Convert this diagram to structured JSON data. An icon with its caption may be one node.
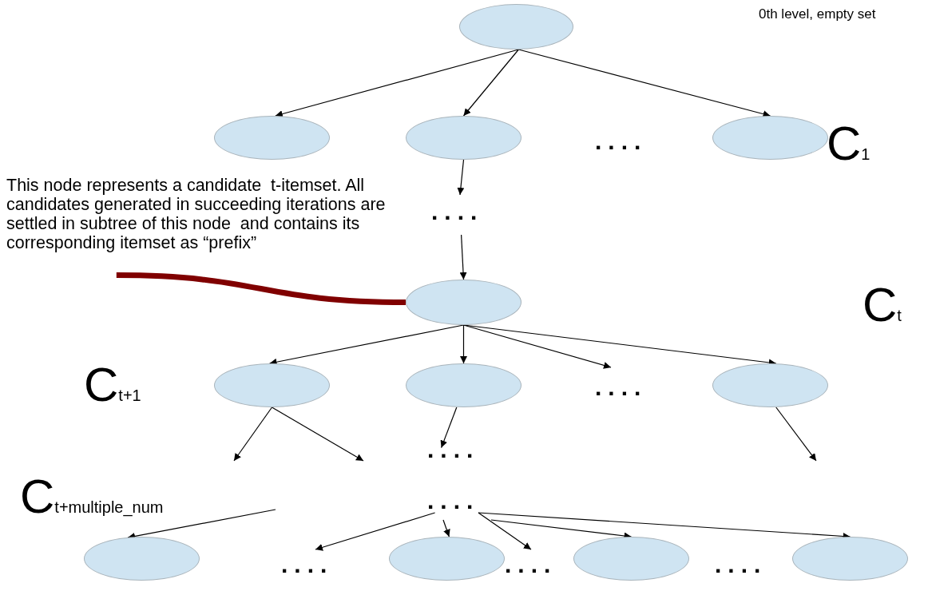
{
  "diagram": {
    "nodes": [
      {
        "text": [],
        "shape": "ellipse"
      },
      {
        "text": [],
        "shape": "ellipse"
      },
      {
        "text": [],
        "shape": "ellipse"
      },
      {
        "text": [],
        "shape": "ellipse"
      },
      {
        "text": [
          "...."
        ]
      },
      {
        "text": [],
        "shape": "ellipse"
      },
      {
        "text": [],
        "shape": "ellipse"
      },
      {
        "text": [],
        "shape": "ellipse"
      },
      {
        "text": [],
        "shape": "ellipse"
      },
      {
        "text": [
          "...."
        ]
      },
      {
        "text": [
          "...."
        ]
      },
      {
        "text": [],
        "shape": "ellipse"
      },
      {
        "text": [],
        "shape": "ellipse"
      },
      {
        "text": [],
        "shape": "ellipse"
      },
      {
        "text": [],
        "shape": "ellipse"
      },
      {
        "text": [
          "This node represents a candidate  t-itemset. All candidates generated in succeeding iterations are settled in subtree of this node  and contains its corresponding itemset as “prefix”"
        ]
      }
    ],
    "edges": [
      {
        "from": 0,
        "to": 1,
        "arrow": "to"
      },
      {
        "from": 0,
        "to": 2,
        "arrow": "to"
      },
      {
        "from": 0,
        "to": 3,
        "arrow": "to"
      },
      {
        "from": 2,
        "to": 4,
        "arrow": "to"
      },
      {
        "from": 4,
        "to": 5,
        "arrow": "to"
      },
      {
        "from": 5,
        "to": 6,
        "arrow": "to"
      },
      {
        "from": 5,
        "to": 7,
        "arrow": "to"
      },
      {
        "from": 5,
        "to": null,
        "arrow": "to"
      },
      {
        "from": 5,
        "to": 8,
        "arrow": "to"
      },
      {
        "from": 6,
        "to": null,
        "arrow": "to"
      },
      {
        "from": 6,
        "to": null,
        "arrow": "to"
      },
      {
        "from": 7,
        "to": 9,
        "arrow": "to"
      },
      {
        "from": 8,
        "to": null,
        "arrow": "to"
      },
      {
        "from": null,
        "to": 11,
        "arrow": "to"
      },
      {
        "from": 10,
        "to": null,
        "arrow": "to"
      },
      {
        "from": 10,
        "to": 12,
        "arrow": "to"
      },
      {
        "from": 10,
        "to": null,
        "arrow": "to"
      },
      {
        "from": 10,
        "to": 13,
        "arrow": "to"
      },
      {
        "from": 10,
        "to": 14,
        "arrow": "to"
      },
      {
        "from": 15,
        "to": 5,
        "arrow": "none",
        "style": "thick",
        "color": "#800000"
      }
    ],
    "labels": [
      "0th level, empty set",
      "C$_{1}$",
      "....",
      "C$_{t}$",
      "C$_{t+1}$",
      "....",
      "C$_{t+multiple_num}$",
      "....",
      "....",
      "...."
    ]
  }
}
